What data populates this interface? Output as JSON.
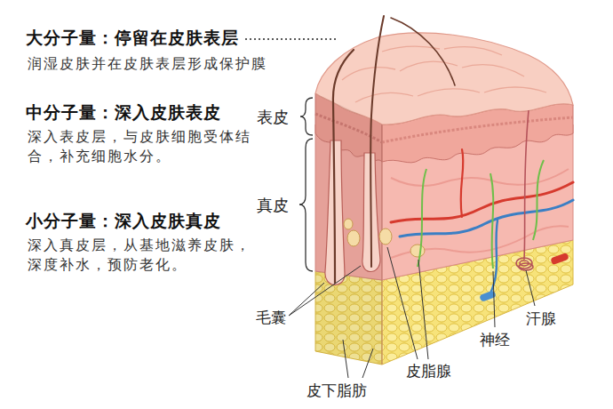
{
  "diagram": {
    "labels": [
      "大分子量：停留在皮肤表层",
      "润湿皮肤并在皮肤表层形成保护膜",
      "中分子量：深入皮肤表皮",
      "深入表皮层，与皮肤细胞受体结合，补充细胞水分。",
      "小分子量：深入皮肤真皮",
      "深入真皮层，从基地滋养皮肤，深度补水，预防老化。",
      "表皮",
      "真皮",
      "毛囊",
      "皮脂腺",
      "皮下脂肪",
      "神经",
      "汗腺"
    ]
  }
}
